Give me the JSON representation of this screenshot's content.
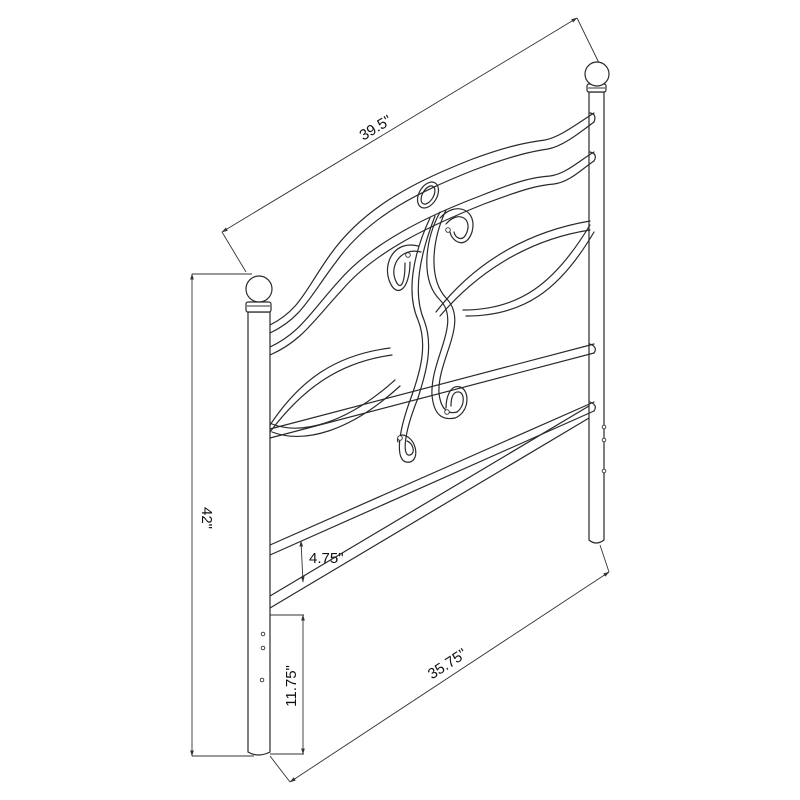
{
  "diagram": {
    "subject": "Metal headboard with scroll detail",
    "stroke_color": "#2a2a2a",
    "background": "#ffffff",
    "dimensions": {
      "overall_width": "39.5\"",
      "overall_height": "42\"",
      "rail_spacing": "4.75\"",
      "leg_height_below_rail": "11.75\"",
      "inner_width": "35.75\""
    },
    "components": {
      "left_post": "left-post",
      "right_post": "right-post",
      "left_finial": "ball finial",
      "right_finial": "ball finial",
      "top_rails": 2,
      "bottom_rails": 2,
      "scroll_count": 4,
      "oval_ornament": 1,
      "mounting_holes_per_leg": 3
    }
  }
}
